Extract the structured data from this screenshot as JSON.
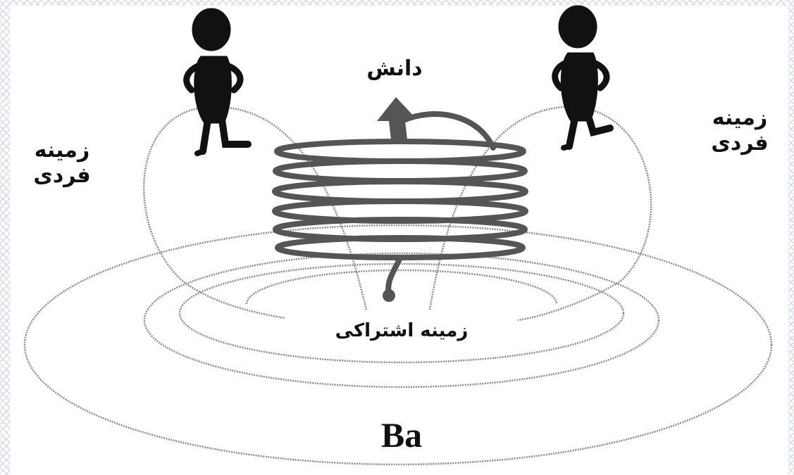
{
  "labels": {
    "knowledge": "دانش",
    "individual_context_left": [
      "زمینه",
      "فردی"
    ],
    "individual_context_right": [
      "زمینه",
      "فردی"
    ],
    "shared_context": "زمینه اشتراکی",
    "ba": "Ba"
  },
  "colors": {
    "line": "#8a8a8a",
    "spiral": "#555555",
    "figure": "#111111",
    "border_pattern": "#c9cfe6"
  },
  "icons": [
    "person-figure-left",
    "person-figure-right",
    "spiral-arrow"
  ]
}
